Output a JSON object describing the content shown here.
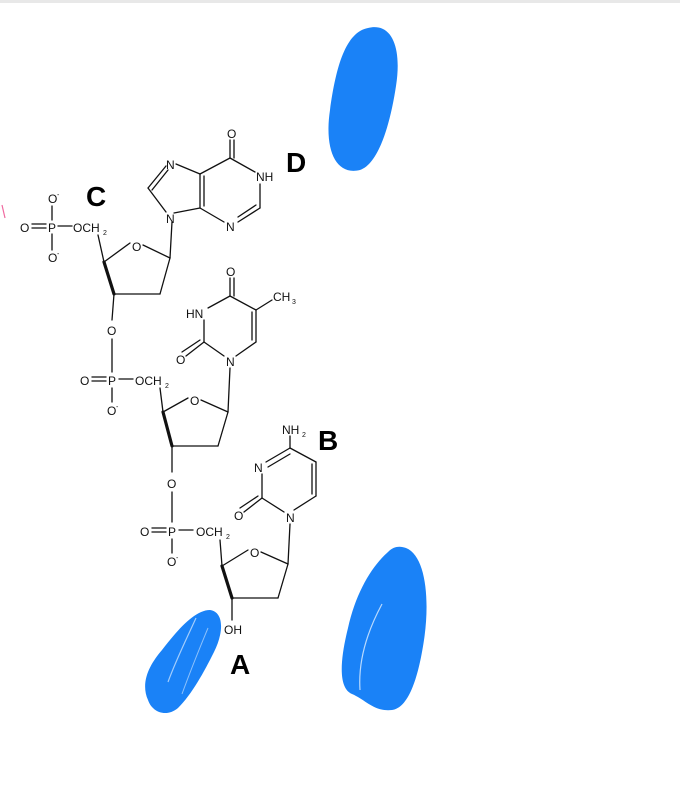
{
  "labels": {
    "a": "A",
    "b": "B",
    "c": "C",
    "d": "D"
  },
  "atoms": {
    "O": "O",
    "P": "P",
    "N": "N",
    "NH": "NH",
    "HN": "HN",
    "OH": "OH",
    "NH2": "NH",
    "CH3": "CH",
    "OCH2": "OCH",
    "sub2": "2",
    "sub3": "3",
    "minus": "-"
  },
  "colors": {
    "scribble": "#1a82f7",
    "ink": "#111111"
  }
}
